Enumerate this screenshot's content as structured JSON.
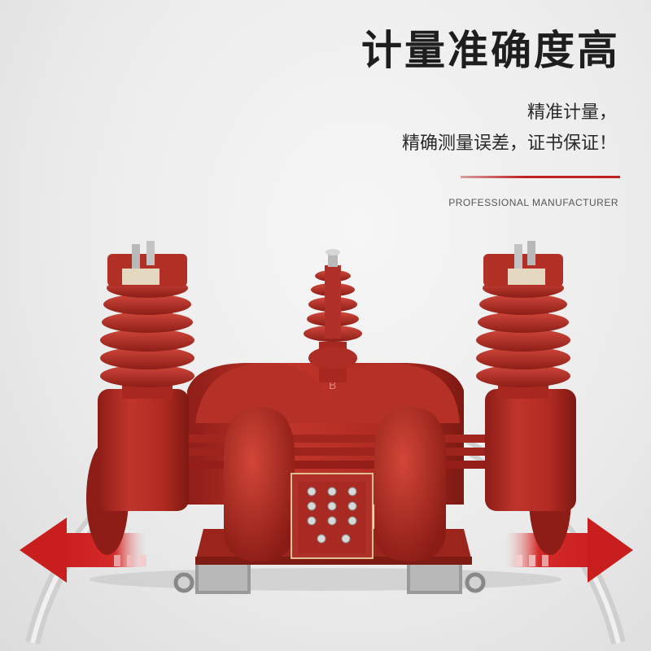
{
  "headline": "计量准确度高",
  "subtitle_line1": "精准计量，",
  "subtitle_line2": "精确测量误差，证书保证！",
  "english_tag": "PROFESSIONAL MANUFACTURER",
  "product_marking": "B",
  "colors": {
    "accent": "#c81e1e",
    "body_red": "#b32a22",
    "text": "#1e1e1e",
    "background": "#ebebeb"
  },
  "icons": [
    "left-arrow-icon",
    "right-arrow-icon"
  ]
}
